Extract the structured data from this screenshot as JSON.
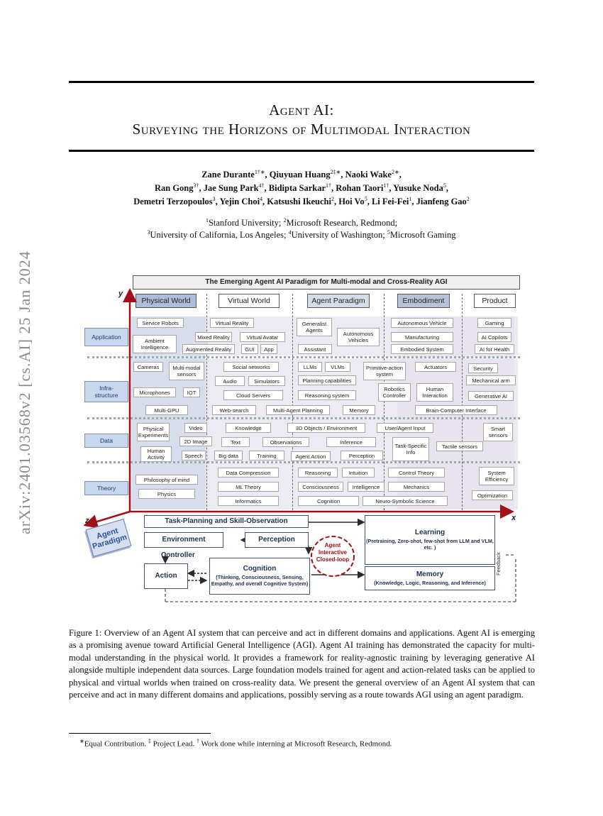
{
  "margin_id": "arXiv:2401.03568v2  [cs.AI]  25 Jan 2024",
  "title": {
    "line1": "Agent AI:",
    "line2": "Surveying the Horizons of Multimodal Interaction"
  },
  "authors": {
    "line1": [
      {
        "name": "Zane Durante",
        "mark": "1†∗"
      },
      {
        "name": "Qiuyuan Huang",
        "mark": "2‡∗"
      },
      {
        "name": "Naoki Wake",
        "mark": "2∗"
      }
    ],
    "line2": [
      {
        "name": "Ran Gong",
        "mark": "3†"
      },
      {
        "name": "Jae Sung Park",
        "mark": "4†"
      },
      {
        "name": "Bidipta Sarkar",
        "mark": "1†"
      },
      {
        "name": "Rohan Taori",
        "mark": "1†"
      },
      {
        "name": "Yusuke Noda",
        "mark": "5"
      }
    ],
    "line3": [
      {
        "name": "Demetri Terzopoulos",
        "mark": "3"
      },
      {
        "name": "Yejin Choi",
        "mark": "4"
      },
      {
        "name": "Katsushi Ikeuchi",
        "mark": "2"
      },
      {
        "name": "Hoi Vo",
        "mark": "5"
      },
      {
        "name": "Li Fei-Fei",
        "mark": "1"
      },
      {
        "name": "Jianfeng Gao",
        "mark": "2"
      }
    ]
  },
  "affiliations": {
    "line1": [
      {
        "mark": "1",
        "text": "Stanford University; "
      },
      {
        "mark": "2",
        "text": "Microsoft Research, Redmond;"
      }
    ],
    "line2": [
      {
        "mark": "3",
        "text": "University of California, Los Angeles; "
      },
      {
        "mark": "4",
        "text": "University of Washington; "
      },
      {
        "mark": "5",
        "text": "Microsoft Gaming"
      }
    ]
  },
  "figure": {
    "banner": "The Emerging Agent AI Paradigm for Multi-modal and Cross-Reality AGI",
    "axis_y": "y",
    "axis_x": "x",
    "axis_z": "z",
    "columns": [
      "Physical World",
      "Virtual World",
      "Agent Paradigm",
      "Embodiment",
      "Product"
    ],
    "rows": [
      "Application",
      "Infra-\nstructure",
      "Data",
      "Theory"
    ],
    "boxes": {
      "app": [
        "Service Robots",
        "Ambient Intelligence",
        "Mixed Reality",
        "Augmented Reality",
        "Virtual Reality",
        "Virtual Avatar",
        "GUI",
        "App",
        "Generalist Agents",
        "Autonomous Vehicles",
        "Assistant",
        "Autonomous Vehicle",
        "Manufacturing",
        "Embodied System",
        "Gaming",
        "AI Copilots",
        "AI for Health"
      ],
      "infra": [
        "Cameras",
        "Multi-modal sensors",
        "Microphones",
        "IOT",
        "Multi-GPU",
        "Social networks",
        "Audio",
        "Simulators",
        "Cloud Servers",
        "Web-search",
        "Multi-Agent Planning",
        "LLMs",
        "VLMs",
        "Planning capabilities",
        "Reasoning system",
        "Memory",
        "Primitive-action system",
        "Actuators",
        "Robotics Controller",
        "Human Interaction",
        "Brain-Computer Interface",
        "Security",
        "Mechanical arm",
        "Generative AI"
      ],
      "data": [
        "Physical Experiments",
        "Video",
        "2D Image",
        "Human Activity",
        "Speech",
        "Knowledge",
        "Text",
        "Big data",
        "Training",
        "3D Objects / Environment",
        "Observations",
        "Inference",
        "Agent Action",
        "Perception",
        "User/Agent Input",
        "Task-Specific Info",
        "Tactile sensors",
        "Smart sensors"
      ],
      "theory": [
        "Philosophy of mind",
        "Physics",
        "Data Compression",
        "ML Theory",
        "Informatics",
        "Reasoning",
        "Intuition",
        "Consciousness",
        "Intelligence",
        "Cognition",
        "Control Theory",
        "Mechanics",
        "Neuro-Symbolic Science",
        "System Efficiency",
        "Optimization"
      ]
    },
    "paradigm": {
      "tag": "Agent Paradigm",
      "task": "Task-Planning and Skill-Observation",
      "environment": "Environment",
      "perception": "Perception",
      "controller": "Controller",
      "action": "Action",
      "cognition_title": "Cognition",
      "cognition_sub": "(Thinking, Consciousness, Sensing, Empathy, and overall Cognitive System)",
      "loop": "Agent Interactive Closed-loop",
      "learning_title": "Learning",
      "learning_sub": "(Pretraining, Zero-shot, few-shot from LLM and VLM, etc. )",
      "memory_title": "Memory",
      "memory_sub": "(Knowledge, Logic, Reasoning, and Inference)",
      "feedback": "Feedback"
    }
  },
  "caption": "Figure 1: Overview of an Agent AI system that can perceive and act in different domains and applications. Agent AI is emerging as a promising avenue toward Artificial General Intelligence (AGI). Agent AI training has demonstrated the capacity for multi-modal understanding in the physical world. It provides a framework for reality-agnostic training by leveraging generative AI alongside multiple independent data sources. Large foundation models trained for agent and action-related tasks can be applied to physical and virtual worlds when trained on cross-reality data. We present the general overview of an Agent AI system that can perceive and act in many different domains and applications, possibly serving as a route towards AGI using an agent paradigm.",
  "footnote": [
    {
      "mark": "∗",
      "text": "Equal Contribution. "
    },
    {
      "mark": "‡",
      "text": " Project Lead. "
    },
    {
      "mark": "†",
      "text": " Work done while interning at Microsoft Research, Redmond."
    }
  ]
}
